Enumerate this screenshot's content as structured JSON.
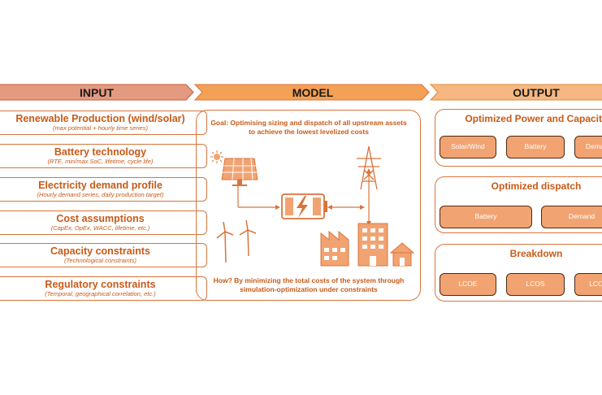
{
  "headers": {
    "input": "INPUT",
    "model": "MODEL",
    "output": "OUTPUT"
  },
  "inputs": [
    {
      "title": "Renewable Production (wind/solar)",
      "subtitle": "(max potential + hourly time series)"
    },
    {
      "title": "Battery technology",
      "subtitle": "(RTE, min/max SoC, lifetime, cycle life)"
    },
    {
      "title": "Electricity demand profile",
      "subtitle": "(Hourly demand series, daily production target)"
    },
    {
      "title": "Cost assumptions",
      "subtitle": "(CapEx, OpEx, WACC, lifetime, etc.)"
    },
    {
      "title": "Capacity constraints",
      "subtitle": "(Technological constraints)"
    },
    {
      "title": "Regulatory constraints",
      "subtitle": "(Temporal, geographical correlation, etc.)"
    }
  ],
  "model": {
    "goal": "Goal: Optimising sizing and dispatch of all upstream assets to achieve the lowest levelized costs",
    "how": "How? By minimizing the total costs of the system through simulation-optimization under constraints",
    "icons": [
      "solar-panel-icon",
      "wind-turbine-icon",
      "battery-icon",
      "power-pylon-icon",
      "factory-icon",
      "office-building-icon",
      "house-icon"
    ]
  },
  "outputs": {
    "capacity": {
      "title": "Optimized Power and Capacity",
      "pills": [
        "Solar/Wind",
        "Battery",
        "Demand"
      ]
    },
    "dispatch": {
      "title": "Optimized dispatch",
      "pills": [
        "Battery",
        "Demand"
      ]
    },
    "breakdown": {
      "title": "Breakdown",
      "pills": [
        "LCOE",
        "LCOS",
        "LCOH"
      ]
    }
  },
  "colors": {
    "input_header": "#e49a80",
    "model_header": "#f4a055",
    "output_header": "#f6b880",
    "border": "#d9743c",
    "text": "#c85a17",
    "pill_fill": "#f2a372",
    "pill_border": "#4a2a12"
  }
}
